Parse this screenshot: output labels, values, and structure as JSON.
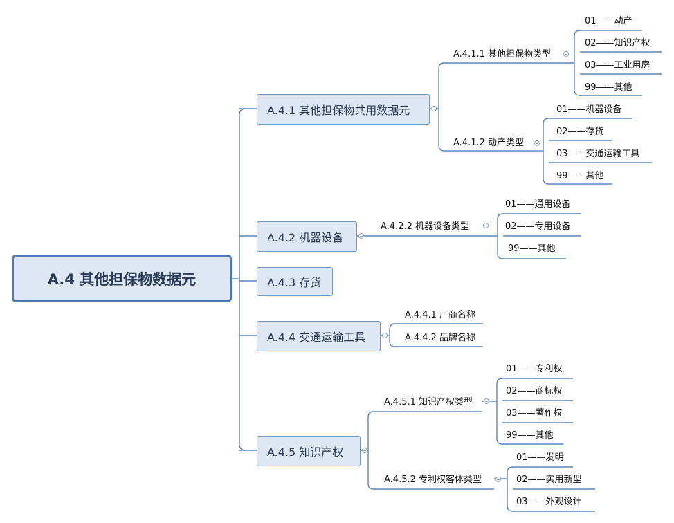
{
  "root": {
    "label": "A.4 其他担保物数据元"
  },
  "branches": [
    {
      "label": "A.4.1 其他担保物共用数据元",
      "children": [
        {
          "label": "A.4.1.1 其他担保物类型",
          "items": [
            "01——动产",
            "02——知识产权",
            "03——工业用房",
            "99——其他"
          ]
        },
        {
          "label": "A.4.1.2 动产类型",
          "items": [
            "01——机器设备",
            "02——存货",
            "03——交通运输工具",
            "99——其他"
          ]
        }
      ]
    },
    {
      "label": "A.4.2 机器设备",
      "children": [
        {
          "label": "A.4.2.2 机器设备类型",
          "items": [
            "01——通用设备",
            "02——专用设备",
            "99——其他"
          ]
        }
      ]
    },
    {
      "label": "A.4.3 存货",
      "children": []
    },
    {
      "label": "A.4.4 交通运输工具",
      "children": [
        {
          "label": "A.4.4.1 厂商名称",
          "items": []
        },
        {
          "label": "A.4.4.2 品牌名称",
          "items": []
        }
      ]
    },
    {
      "label": "A.4.5 知识产权",
      "children": [
        {
          "label": "A.4.5.1 知识产权类型",
          "items": [
            "01——专利权",
            "02——商标权",
            "03——著作权",
            "99——其他"
          ]
        },
        {
          "label": "A.4.5.2 专利权客体类型",
          "items": [
            "01——发明",
            "02——实用新型",
            "03——外观设计"
          ]
        }
      ]
    }
  ],
  "colors": {
    "line": "#5b86be",
    "node_fill": "#dde8f4",
    "node_border": "#6e95c5",
    "root_border": "#4a7ab5"
  }
}
